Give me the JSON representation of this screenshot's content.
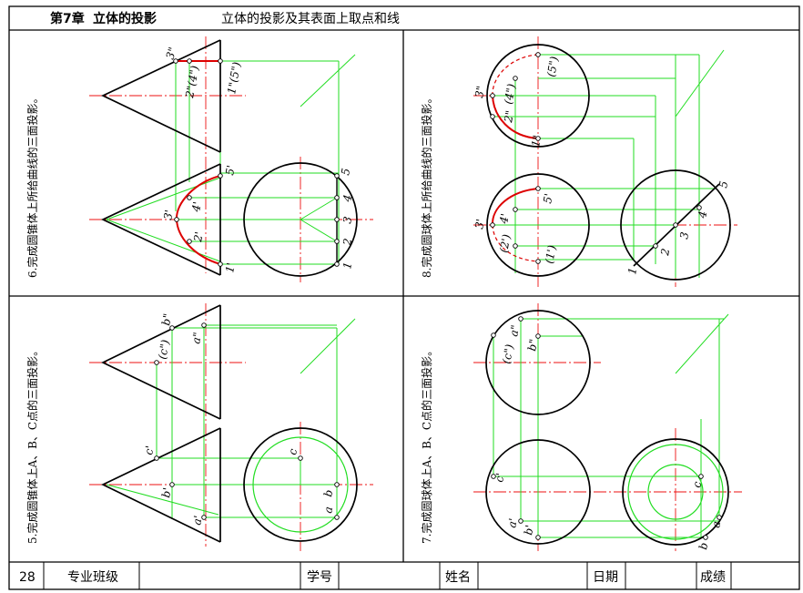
{
  "header": {
    "chapter": "第7章",
    "chapter_title": "立体的投影",
    "section_title": "立体的投影及其表面上取点和线"
  },
  "footer": {
    "page_number": "28",
    "major_class_label": "专业班级",
    "student_id_label": "学号",
    "name_label": "姓名",
    "date_label": "日期",
    "score_label": "成绩"
  },
  "problems": {
    "p6": "6.完成圆锥体上所给曲线的三面投影。",
    "p8": "8.完成圆球体上所给曲线的三面投影。",
    "p5": "5.完成圆锥体上A、B、C点的三面投影。",
    "p7": "7.完成圆球体上A、B、C点的三面投影。"
  },
  "labels": {
    "p6": {
      "side_3": "3\"",
      "side_24": "2\"(4\")",
      "side_15": "1\"(5\")",
      "front_5": "5'",
      "front_4": "4'",
      "front_3": "3'",
      "front_2": "2'",
      "front_1": "1'",
      "top_5": "5",
      "top_4": "4",
      "top_3": "3",
      "top_2": "2",
      "top_1": "1"
    },
    "p8": {
      "side_3": "3\"",
      "side_4": "(4\")",
      "side_5": "(5\")",
      "side_2": "2\"",
      "side_1": "1\"",
      "front_3": "3'",
      "front_4": "4'",
      "front_5": "5'",
      "front_2": "(2')",
      "front_1": "(1')",
      "top_5": "5",
      "top_4": "4",
      "top_3": "3",
      "top_2": "2",
      "top_1": "1"
    },
    "p5": {
      "side_b": "b\"",
      "side_a": "a\"",
      "side_c": "(c\")",
      "front_c": "c'",
      "front_b": "b'",
      "front_a": "a'",
      "top_c": "c",
      "top_b": "b",
      "top_a": "a"
    },
    "p7": {
      "side_a": "a\"",
      "side_c": "(c\")",
      "side_b": "b\"",
      "front_c": "c'",
      "front_a": "a'",
      "front_b": "b'",
      "top_c": "c",
      "top_a": "a",
      "top_b": "b"
    }
  },
  "colors": {
    "outline": "#000000",
    "construction": "#22dd22",
    "center_line": "#ee1111",
    "answer_curve": "#dd0000"
  }
}
